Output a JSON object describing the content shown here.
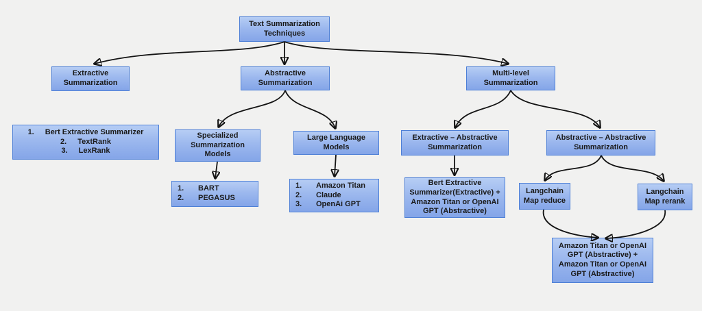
{
  "diagram": {
    "title": "Text Summarization Techniques",
    "colors": {
      "background": "#f1f1f0",
      "node_fill_top": "#b6cdf4",
      "node_fill_bottom": "#84a5e8",
      "node_border": "#4d7fd6",
      "node_text": "#1a1a1a",
      "connector": "#141414"
    },
    "nodes": {
      "root": {
        "label": "Text Summarization Techniques"
      },
      "extractive": {
        "label": "Extractive Summarization"
      },
      "abstractive": {
        "label": "Abstractive Summarization"
      },
      "multilevel": {
        "label": "Multi-level Summarization"
      },
      "extractive_methods": {
        "items": [
          {
            "num": "1.",
            "text": "Bert Extractive Summarizer"
          },
          {
            "num": "2.",
            "text": "TextRank"
          },
          {
            "num": "3.",
            "text": "LexRank"
          }
        ]
      },
      "specialized": {
        "label": "Specialized Summarization Models"
      },
      "llm": {
        "label": "Large Language Models"
      },
      "specialized_models": {
        "items": [
          {
            "num": "1.",
            "text": "BART"
          },
          {
            "num": "2.",
            "text": "PEGASUS"
          }
        ]
      },
      "llm_models": {
        "items": [
          {
            "num": "1.",
            "text": "Amazon Titan"
          },
          {
            "num": "2.",
            "text": "Claude"
          },
          {
            "num": "3.",
            "text": "OpenAi GPT"
          }
        ]
      },
      "ext_abs": {
        "label": "Extractive – Abstractive Summarization"
      },
      "abs_abs": {
        "label": "Abstractive – Abstractive Summarization"
      },
      "bert_plus": {
        "label": "Bert Extractive Summarizer(Extractive) + Amazon Titan or OpenAI GPT (Abstractive)"
      },
      "map_reduce": {
        "label": "Langchain Map reduce"
      },
      "map_rerank": {
        "label": "Langchain Map rerank"
      },
      "titan_plus": {
        "label": "Amazon Titan or OpenAI GPT (Abstractive) + Amazon Titan or OpenAI GPT (Abstractive)"
      }
    }
  }
}
